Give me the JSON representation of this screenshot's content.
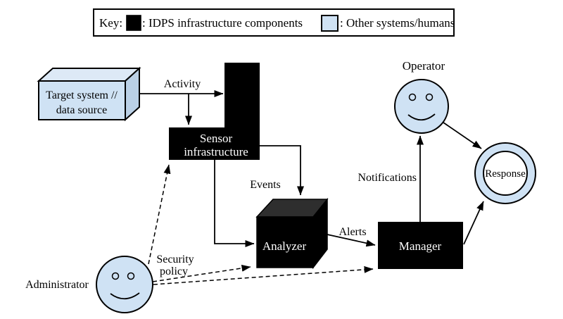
{
  "key": {
    "label": "Key:",
    "idps_label": ": IDPS infrastructure components",
    "other_label": ": Other systems/humans"
  },
  "nodes": {
    "target_system": {
      "line1": "Target system //",
      "line2": "data source"
    },
    "sensor": {
      "line1": "Sensor",
      "line2": "infrastructure"
    },
    "analyzer": {
      "label": "Analyzer"
    },
    "manager": {
      "label": "Manager"
    },
    "operator": {
      "label": "Operator"
    },
    "administrator": {
      "label": "Administrator"
    },
    "response": {
      "label": "Response"
    }
  },
  "edges": {
    "activity": {
      "label": "Activity"
    },
    "events": {
      "label": "Events"
    },
    "alerts": {
      "label": "Alerts"
    },
    "notifications": {
      "label": "Notifications"
    },
    "security_policy": {
      "line1": "Security",
      "line2": "policy"
    }
  },
  "colors": {
    "idps_fill": "#000000",
    "other_fill": "#cfe2f4",
    "box_top_fill": "#dde9f6",
    "box_side_fill": "#bad0e6",
    "cube_top_fill": "#2e2e2e"
  }
}
